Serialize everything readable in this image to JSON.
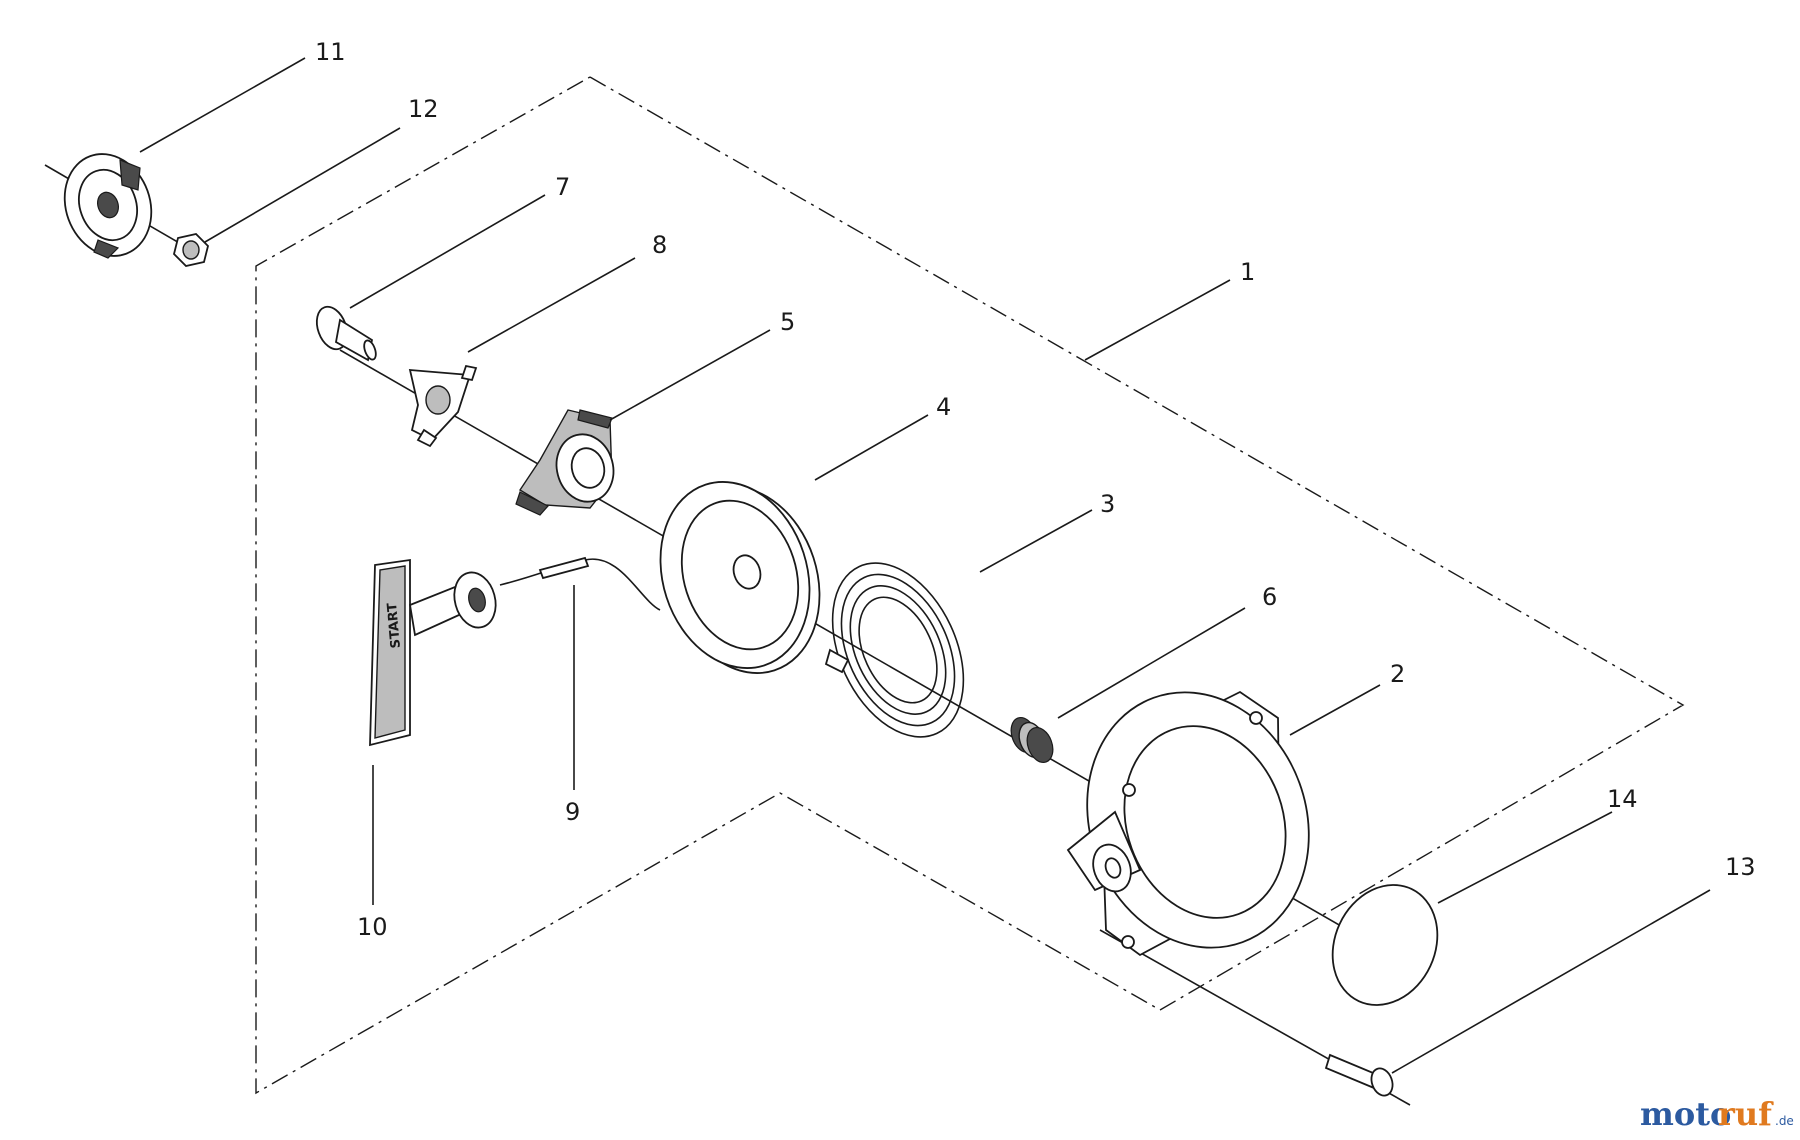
{
  "callouts": {
    "c1": "1",
    "c2": "2",
    "c3": "3",
    "c4": "4",
    "c5": "5",
    "c6": "6",
    "c7": "7",
    "c8": "8",
    "c9": "9",
    "c10": "10",
    "c11": "11",
    "c12": "12",
    "c13": "13",
    "c14": "14"
  },
  "handle_stamp": "START",
  "watermark": {
    "part1": "moto",
    "part2": "ruf",
    "part3": ".de"
  }
}
